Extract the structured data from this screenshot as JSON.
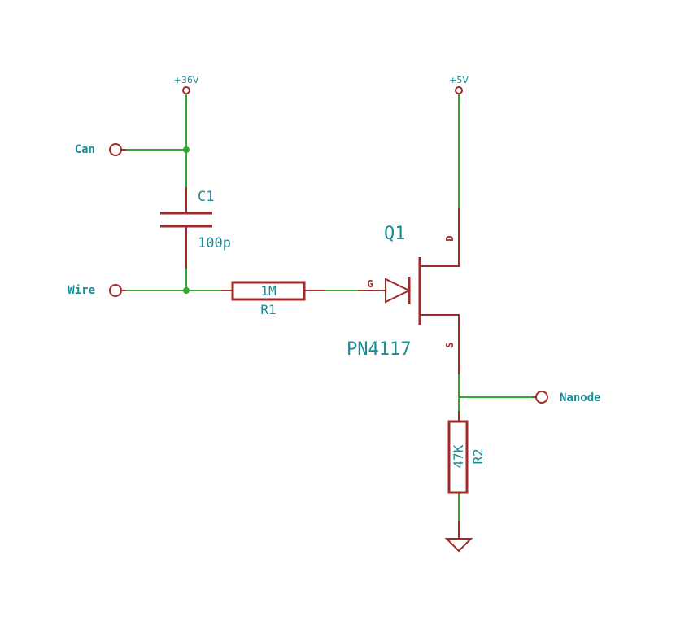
{
  "power": {
    "v36": "+36V",
    "v5": "+5V"
  },
  "ports": {
    "can": "Can",
    "wire": "Wire",
    "nanode": "Nanode"
  },
  "components": {
    "c1": {
      "ref": "C1",
      "value": "100p"
    },
    "r1": {
      "ref": "R1",
      "value": "1M"
    },
    "r2": {
      "ref": "R2",
      "value": "47K"
    },
    "q1": {
      "ref": "Q1",
      "value": "PN4117",
      "pin_g": "G",
      "pin_d": "D",
      "pin_s": "S"
    }
  },
  "colors": {
    "wire": "#2ea82e",
    "component": "#a02a2a",
    "label": "#1a8c95"
  }
}
